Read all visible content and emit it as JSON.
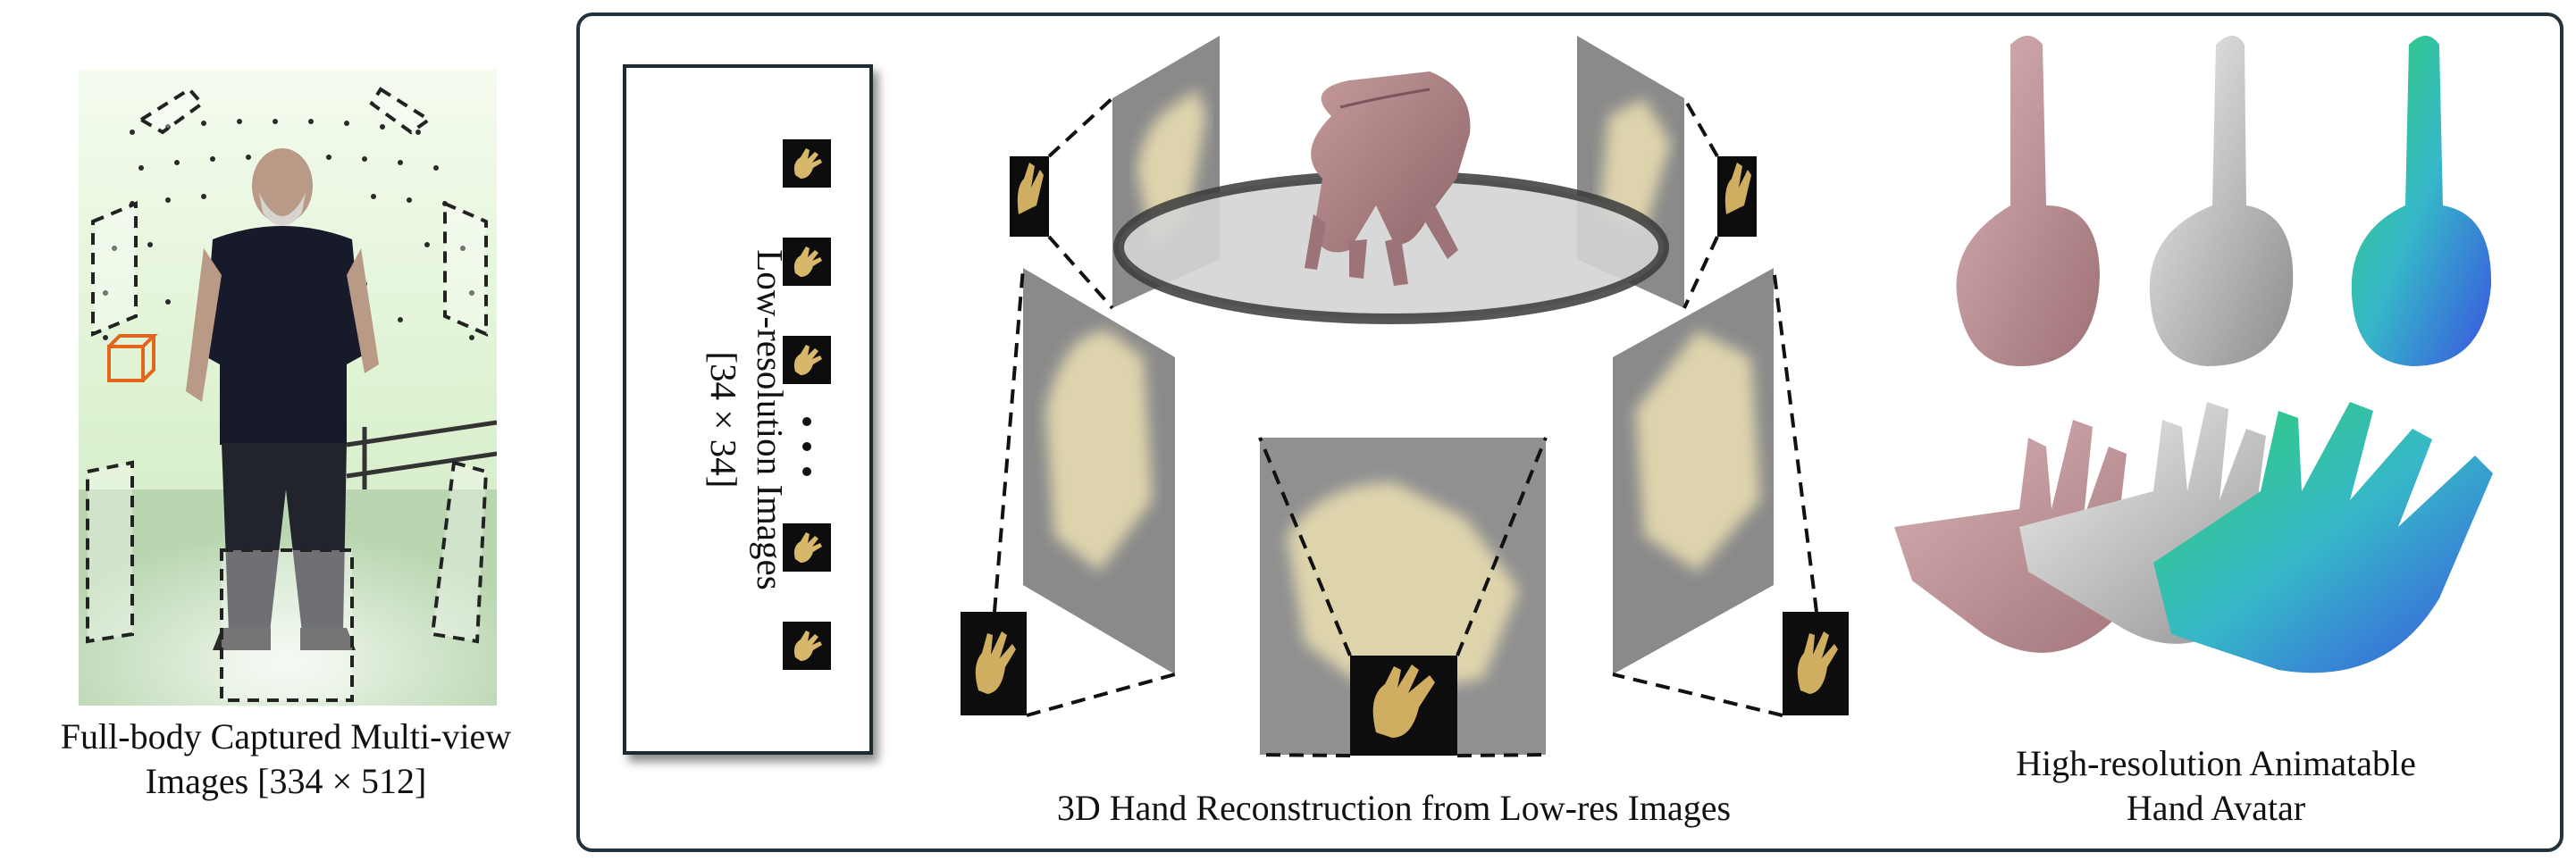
{
  "left_panel": {
    "caption_line1": "Full-body Captured Multi-view",
    "caption_line2": "Images [334 × 512]"
  },
  "lowres_panel": {
    "label_line1": "Low-resolution Images",
    "label_line2": "[34 × 34]",
    "thumbnail_count": 5
  },
  "center_panel": {
    "caption": "3D Hand  Reconstruction from Low-res Images"
  },
  "right_panel": {
    "caption_line1": "High-resolution Animatable",
    "caption_line2": "Hand Avatar"
  },
  "colors": {
    "frame_border": "#23323c",
    "green_backdrop": "#d9f2cf",
    "marker_cube": "#e2661c",
    "projection_plane": "#8a8a8a",
    "blurred_hand": "#e6dcb0",
    "skin_mesh": "#b68a8f",
    "normal_mesh_green": "#2fd06a",
    "normal_mesh_blue": "#3a54e0"
  }
}
